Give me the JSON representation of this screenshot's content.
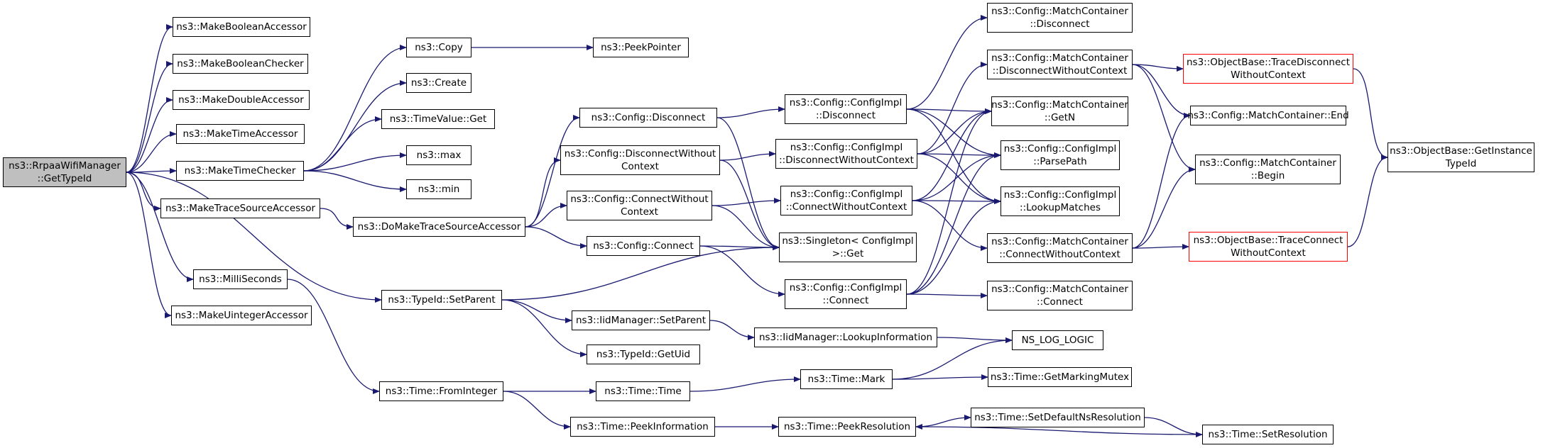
{
  "colors": {
    "edge": "#191970",
    "node_border": "#000000",
    "highlight_border": "#ff0000",
    "root_fill": "#bfbfbf"
  },
  "nodes": [
    {
      "id": "root",
      "lines": [
        "ns3::RrpaaWifiManager",
        "::GetTypeId"
      ],
      "style": "root"
    },
    {
      "id": "mba",
      "lines": [
        "ns3::MakeBooleanAccessor"
      ]
    },
    {
      "id": "mbc",
      "lines": [
        "ns3::MakeBooleanChecker"
      ]
    },
    {
      "id": "mda",
      "lines": [
        "ns3::MakeDoubleAccessor"
      ]
    },
    {
      "id": "mta",
      "lines": [
        "ns3::MakeTimeAccessor"
      ]
    },
    {
      "id": "mtc",
      "lines": [
        "ns3::MakeTimeChecker"
      ]
    },
    {
      "id": "mtsa",
      "lines": [
        "ns3::MakeTraceSourceAccessor"
      ]
    },
    {
      "id": "ms",
      "lines": [
        "ns3::MilliSeconds"
      ]
    },
    {
      "id": "mua",
      "lines": [
        "ns3::MakeUintegerAccessor"
      ]
    },
    {
      "id": "copy",
      "lines": [
        "ns3::Copy"
      ]
    },
    {
      "id": "create",
      "lines": [
        "ns3::Create"
      ]
    },
    {
      "id": "tvget",
      "lines": [
        "ns3::TimeValue::Get"
      ]
    },
    {
      "id": "max",
      "lines": [
        "ns3::max"
      ]
    },
    {
      "id": "min",
      "lines": [
        "ns3::min"
      ]
    },
    {
      "id": "peekptr",
      "lines": [
        "ns3::PeekPointer"
      ]
    },
    {
      "id": "dmtsa",
      "lines": [
        "ns3::DoMakeTraceSourceAccessor"
      ]
    },
    {
      "id": "setparent",
      "lines": [
        "ns3::TypeId::SetParent"
      ]
    },
    {
      "id": "frominteger",
      "lines": [
        "ns3::Time::FromInteger"
      ]
    },
    {
      "id": "cdisc",
      "lines": [
        "ns3::Config::Disconnect"
      ]
    },
    {
      "id": "cdwc",
      "lines": [
        "ns3::Config::DisconnectWithout",
        "Context"
      ]
    },
    {
      "id": "ccwc",
      "lines": [
        "ns3::Config::ConnectWithout",
        "Context"
      ]
    },
    {
      "id": "cconn",
      "lines": [
        "ns3::Config::Connect"
      ]
    },
    {
      "id": "iidsetparent",
      "lines": [
        "ns3::IidManager::SetParent"
      ]
    },
    {
      "id": "getuid",
      "lines": [
        "ns3::TypeId::GetUid"
      ]
    },
    {
      "id": "timetime",
      "lines": [
        "ns3::Time::Time"
      ]
    },
    {
      "id": "peekinfo",
      "lines": [
        "ns3::Time::PeekInformation"
      ]
    },
    {
      "id": "cidisc",
      "lines": [
        "ns3::Config::ConfigImpl",
        "::Disconnect"
      ]
    },
    {
      "id": "cidwc",
      "lines": [
        "ns3::Config::ConfigImpl",
        "::DisconnectWithoutContext"
      ]
    },
    {
      "id": "cicwc",
      "lines": [
        "ns3::Config::ConfigImpl",
        "::ConnectWithoutContext"
      ]
    },
    {
      "id": "singleton",
      "lines": [
        "ns3::Singleton< ConfigImpl",
        ">::Get"
      ]
    },
    {
      "id": "ciconn",
      "lines": [
        "ns3::Config::ConfigImpl",
        "::Connect"
      ]
    },
    {
      "id": "lookupinfo",
      "lines": [
        "ns3::IidManager::LookupInformation"
      ]
    },
    {
      "id": "mark",
      "lines": [
        "ns3::Time::Mark"
      ]
    },
    {
      "id": "peekres",
      "lines": [
        "ns3::Time::PeekResolution"
      ]
    },
    {
      "id": "mcdisc",
      "lines": [
        "ns3::Config::MatchContainer",
        "::Disconnect"
      ]
    },
    {
      "id": "mcdwc",
      "lines": [
        "ns3::Config::MatchContainer",
        "::DisconnectWithoutContext"
      ]
    },
    {
      "id": "mcgetn",
      "lines": [
        "ns3::Config::MatchContainer",
        "::GetN"
      ]
    },
    {
      "id": "parsepath",
      "lines": [
        "ns3::Config::ConfigImpl",
        "::ParsePath"
      ]
    },
    {
      "id": "lookupmatches",
      "lines": [
        "ns3::Config::ConfigImpl",
        "::LookupMatches"
      ]
    },
    {
      "id": "mccwc",
      "lines": [
        "ns3::Config::MatchContainer",
        "::ConnectWithoutContext"
      ]
    },
    {
      "id": "mcconn",
      "lines": [
        "ns3::Config::MatchContainer",
        "::Connect"
      ]
    },
    {
      "id": "nslog",
      "lines": [
        "NS_LOG_LOGIC"
      ]
    },
    {
      "id": "markmutex",
      "lines": [
        "ns3::Time::GetMarkingMutex"
      ]
    },
    {
      "id": "setdefres",
      "lines": [
        "ns3::Time::SetDefaultNsResolution"
      ]
    },
    {
      "id": "obtdwc",
      "lines": [
        "ns3::ObjectBase::TraceDisconnect",
        "WithoutContext"
      ],
      "style": "red"
    },
    {
      "id": "mcend",
      "lines": [
        "ns3::Config::MatchContainer::End"
      ]
    },
    {
      "id": "mcbegin",
      "lines": [
        "ns3::Config::MatchContainer",
        "::Begin"
      ]
    },
    {
      "id": "obtcwc",
      "lines": [
        "ns3::ObjectBase::TraceConnect",
        "WithoutContext"
      ],
      "style": "red"
    },
    {
      "id": "setres",
      "lines": [
        "ns3::Time::SetResolution"
      ]
    },
    {
      "id": "obgit",
      "lines": [
        "ns3::ObjectBase::GetInstance",
        "TypeId"
      ]
    }
  ],
  "edges": [
    [
      "root",
      "mba"
    ],
    [
      "root",
      "mbc"
    ],
    [
      "root",
      "mda"
    ],
    [
      "root",
      "mta"
    ],
    [
      "root",
      "mtc"
    ],
    [
      "root",
      "mtsa"
    ],
    [
      "root",
      "ms"
    ],
    [
      "root",
      "mua"
    ],
    [
      "root",
      "setparent"
    ],
    [
      "mtc",
      "copy"
    ],
    [
      "mtc",
      "create"
    ],
    [
      "mtc",
      "tvget"
    ],
    [
      "mtc",
      "max"
    ],
    [
      "mtc",
      "min"
    ],
    [
      "copy",
      "peekptr"
    ],
    [
      "mtsa",
      "dmtsa"
    ],
    [
      "dmtsa",
      "cdisc"
    ],
    [
      "dmtsa",
      "cdwc"
    ],
    [
      "dmtsa",
      "ccwc"
    ],
    [
      "dmtsa",
      "cconn"
    ],
    [
      "ms",
      "frominteger"
    ],
    [
      "setparent",
      "singleton"
    ],
    [
      "setparent",
      "iidsetparent"
    ],
    [
      "setparent",
      "getuid"
    ],
    [
      "frominteger",
      "timetime"
    ],
    [
      "frominteger",
      "peekinfo"
    ],
    [
      "cdisc",
      "cidisc"
    ],
    [
      "cdisc",
      "singleton"
    ],
    [
      "cdwc",
      "cidwc"
    ],
    [
      "cdwc",
      "singleton"
    ],
    [
      "ccwc",
      "cicwc"
    ],
    [
      "ccwc",
      "singleton"
    ],
    [
      "cconn",
      "singleton"
    ],
    [
      "cconn",
      "ciconn"
    ],
    [
      "iidsetparent",
      "lookupinfo"
    ],
    [
      "timetime",
      "mark"
    ],
    [
      "peekinfo",
      "peekres"
    ],
    [
      "cidisc",
      "mcdisc"
    ],
    [
      "cidisc",
      "mcgetn"
    ],
    [
      "cidisc",
      "parsepath"
    ],
    [
      "cidisc",
      "lookupmatches"
    ],
    [
      "cidwc",
      "mcdwc"
    ],
    [
      "cidwc",
      "mcgetn"
    ],
    [
      "cidwc",
      "parsepath"
    ],
    [
      "cidwc",
      "lookupmatches"
    ],
    [
      "cicwc",
      "mcgetn"
    ],
    [
      "cicwc",
      "parsepath"
    ],
    [
      "cicwc",
      "lookupmatches"
    ],
    [
      "cicwc",
      "mccwc"
    ],
    [
      "ciconn",
      "mcgetn"
    ],
    [
      "ciconn",
      "parsepath"
    ],
    [
      "ciconn",
      "lookupmatches"
    ],
    [
      "ciconn",
      "mcconn"
    ],
    [
      "lookupinfo",
      "nslog"
    ],
    [
      "mark",
      "nslog"
    ],
    [
      "mark",
      "markmutex"
    ],
    [
      "peekres",
      "setdefres"
    ],
    [
      "setdefres",
      "setres"
    ],
    [
      "setres",
      "peekres"
    ],
    [
      "mcdwc",
      "obtdwc"
    ],
    [
      "mcdwc",
      "mcend"
    ],
    [
      "mcdwc",
      "mcbegin"
    ],
    [
      "mccwc",
      "mcend"
    ],
    [
      "mccwc",
      "mcbegin"
    ],
    [
      "mccwc",
      "obtcwc"
    ],
    [
      "obtdwc",
      "obgit"
    ],
    [
      "obtcwc",
      "obgit"
    ]
  ]
}
